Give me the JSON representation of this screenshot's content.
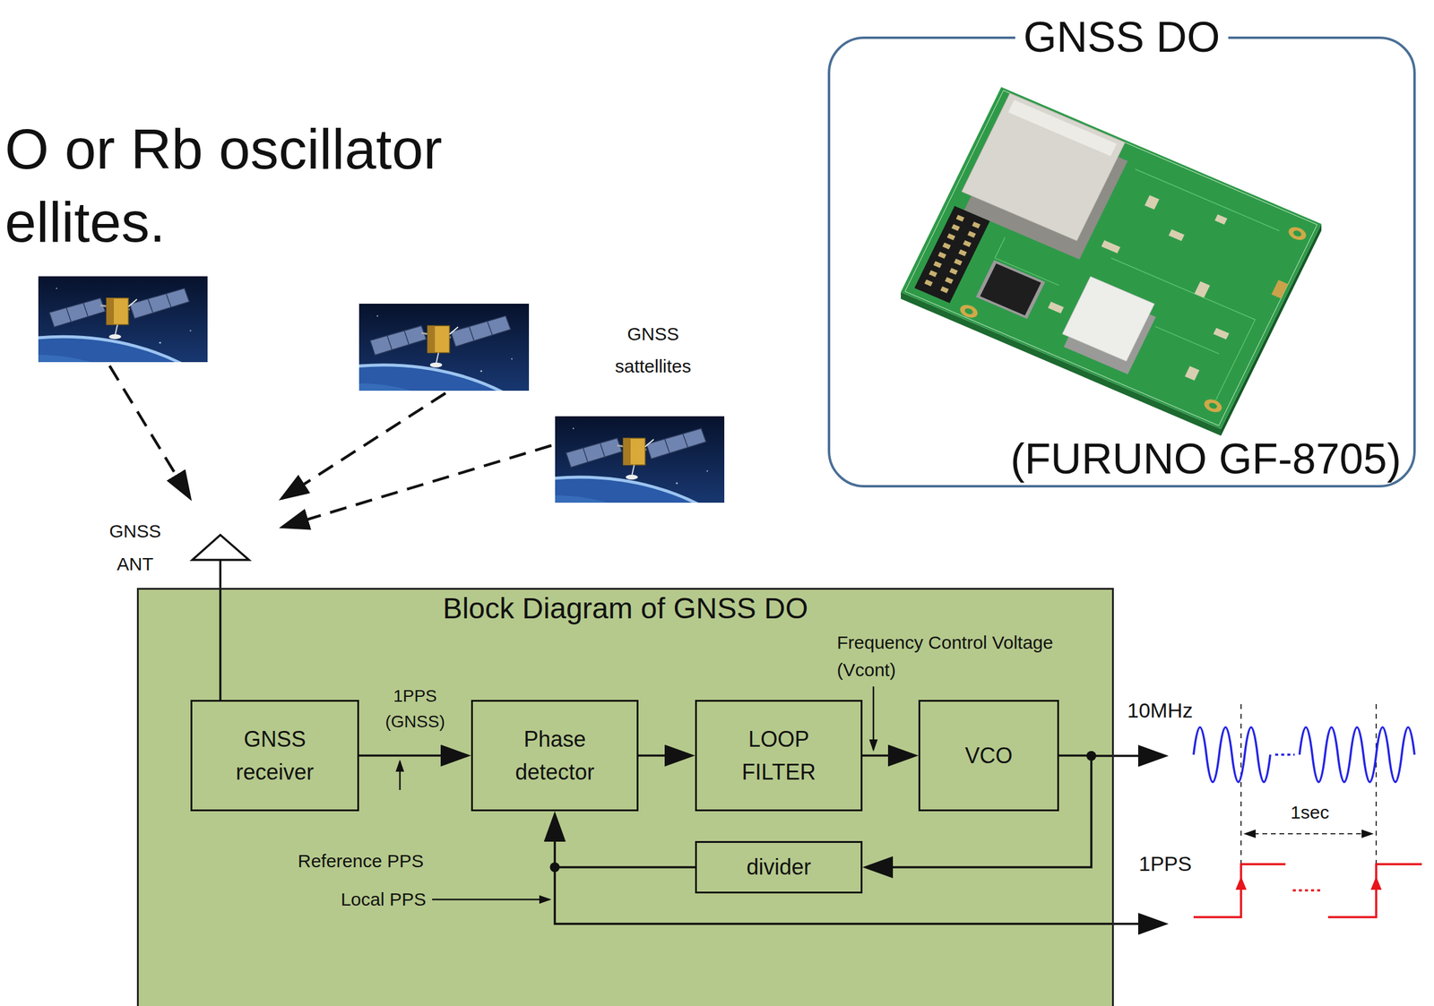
{
  "diagram": {
    "nodes": [
      {
        "text": [
          "GNSS DO",
          "(FURUNO GF-8705)"
        ]
      },
      {
        "text": [
          "Block Diagram of GNSS DO"
        ]
      },
      {
        "text": [
          "GNSS receiver"
        ],
        "in": 1
      },
      {
        "text": [
          "Phase detector"
        ],
        "in": 1
      },
      {
        "text": [
          "LOOP FILTER"
        ],
        "in": 1
      },
      {
        "text": [
          "VCO"
        ],
        "in": 1
      },
      {
        "text": [
          "divider"
        ],
        "in": 1
      }
    ],
    "edges": [
      {
        "from": 2,
        "to": 3,
        "arrow": "to",
        "label": "1PPS (GNSS)"
      },
      {
        "from": 3,
        "to": 4,
        "arrow": "to"
      },
      {
        "from": 4,
        "to": 5,
        "arrow": "to"
      },
      {
        "from": 5,
        "to": 6,
        "arrow": "to"
      },
      {
        "from": 6,
        "to": 3,
        "arrow": "to"
      }
    ],
    "labels": [
      "O or Rb oscillator",
      "ellites.",
      "GNSS sattellites",
      "GNSS ANT",
      "Frequency Control Voltage (Vcont)",
      "Reference PPS",
      "Local PPS",
      "10MHz",
      "1sec",
      "1PPS"
    ]
  }
}
